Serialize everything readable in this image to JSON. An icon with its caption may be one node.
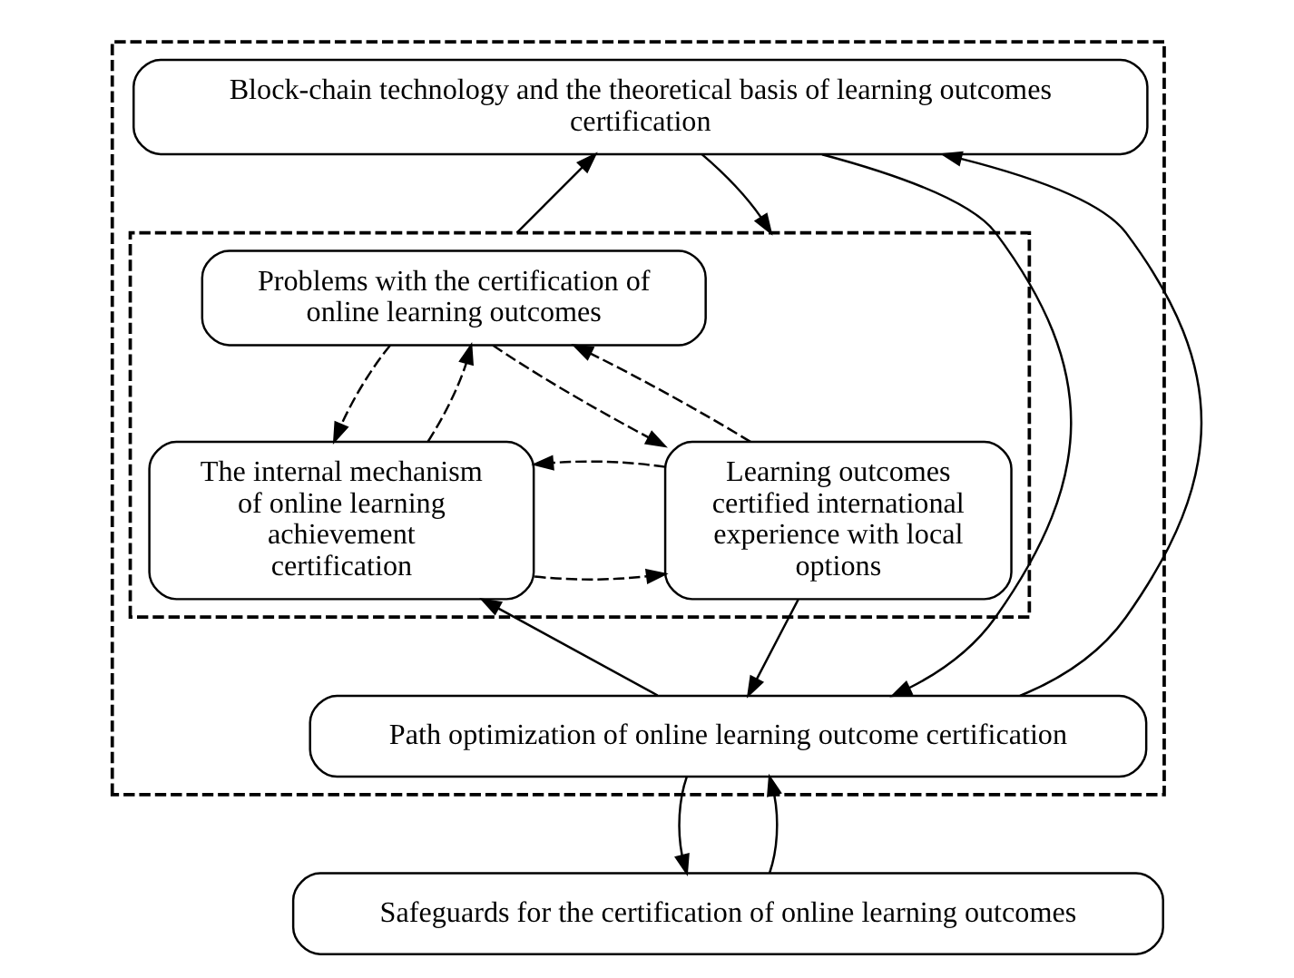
{
  "diagram": {
    "nodes": [
      {
        "text": [],
        "shape": "box"
      },
      {
        "text": [
          "Block-chain technology and the theoretical basis of learning outcomes certification"
        ],
        "in": 0
      },
      {
        "text": [],
        "shape": "box",
        "in": 0
      },
      {
        "text": [
          "Problems with the certification of online learning outcomes"
        ],
        "in": 2
      },
      {
        "text": [
          "The internal mechanism of online learning achievement certification"
        ],
        "in": 2
      },
      {
        "text": [
          "Learning outcomes certified international experience with local options"
        ],
        "in": 2
      },
      {
        "text": [
          "Path optimization of online learning outcome certification"
        ],
        "in": 0
      },
      {
        "text": [
          "Safeguards for the certification of online learning outcomes"
        ]
      }
    ],
    "edges": [
      {
        "from": 4,
        "to": 3,
        "arrow": "to",
        "style": "dashed"
      },
      {
        "from": 3,
        "to": 4,
        "arrow": "to",
        "style": "dashed"
      },
      {
        "from": 3,
        "to": 5,
        "arrow": "to",
        "style": "dashed"
      },
      {
        "from": 5,
        "to": 3,
        "arrow": "to",
        "style": "dashed"
      },
      {
        "from": 4,
        "to": 5,
        "arrow": "to",
        "style": "dashed"
      },
      {
        "from": 5,
        "to": 4,
        "arrow": "to",
        "style": "dashed"
      },
      {
        "from": 6,
        "to": 4,
        "arrow": "to"
      },
      {
        "from": 5,
        "to": 6,
        "arrow": "to"
      },
      {
        "from": 7,
        "to": 6,
        "arrow": "to"
      },
      {
        "from": 6,
        "to": 7,
        "arrow": "to"
      },
      {
        "from": 6,
        "to": 1,
        "arrow": "to"
      },
      {
        "from": 2,
        "to": 1,
        "arrow": "to"
      },
      {
        "from": 1,
        "to": 6,
        "arrow": "to"
      },
      {
        "from": 1,
        "to": 2,
        "arrow": "to"
      }
    ]
  }
}
